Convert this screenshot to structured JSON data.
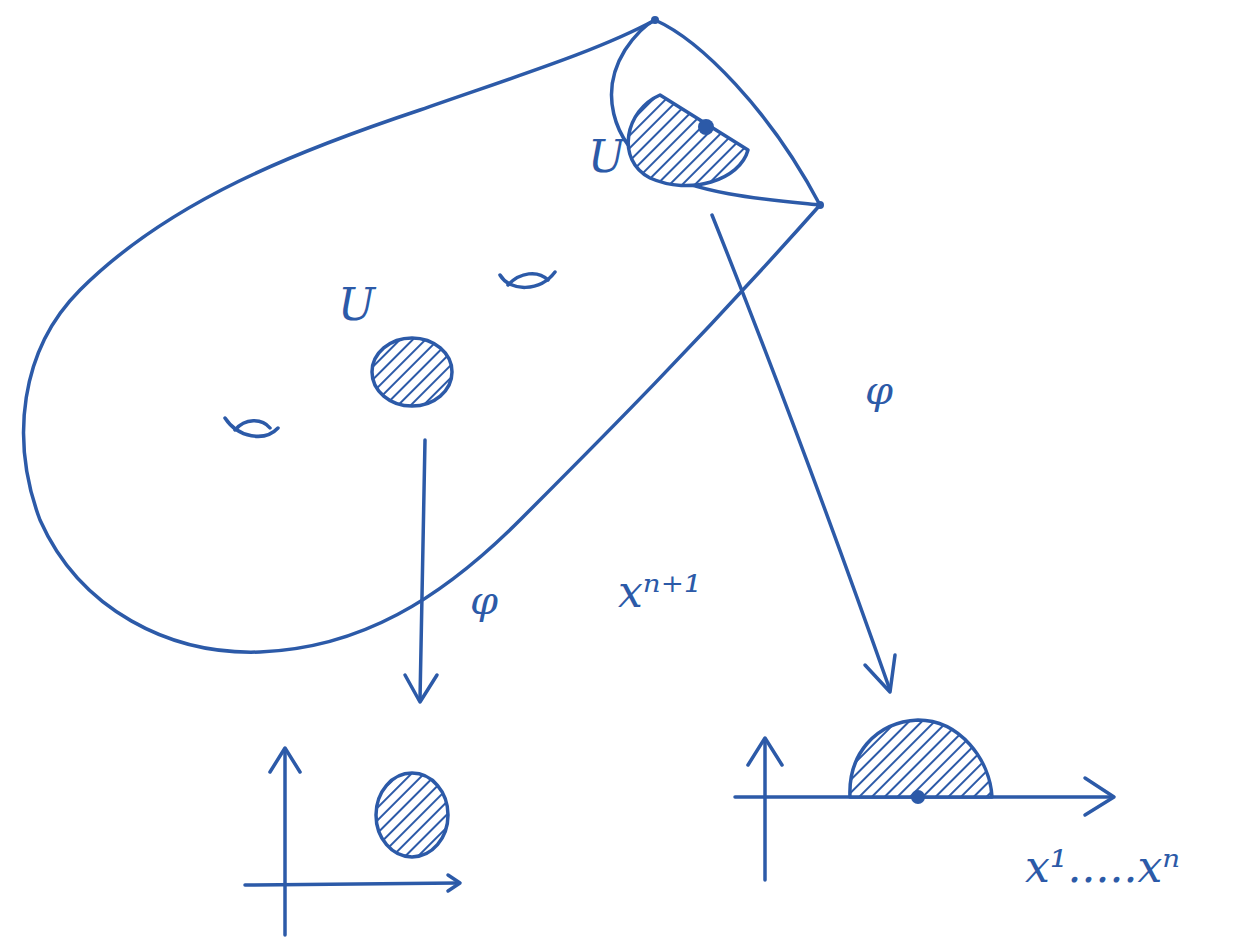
{
  "diagram": {
    "labels": [
      "U",
      "U",
      "φ",
      "φ",
      "xⁿ⁺¹",
      "x¹.....xⁿ"
    ]
  }
}
